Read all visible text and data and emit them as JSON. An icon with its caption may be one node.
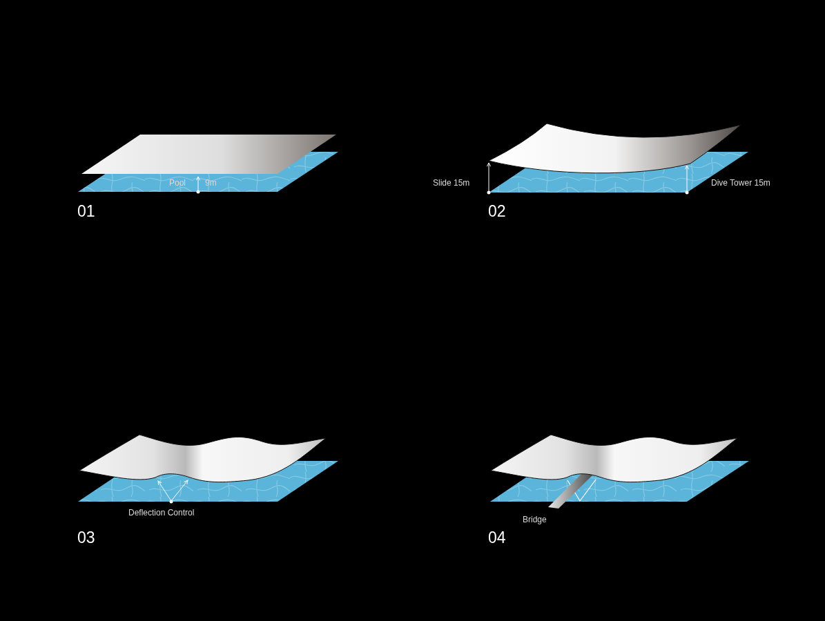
{
  "diagram": {
    "labels": [
      "Pool",
      "9m",
      "01",
      "Slide 15m",
      "Dive Tower 15m",
      "02",
      "Deflection Control",
      "03",
      "Bridge",
      "04"
    ]
  }
}
